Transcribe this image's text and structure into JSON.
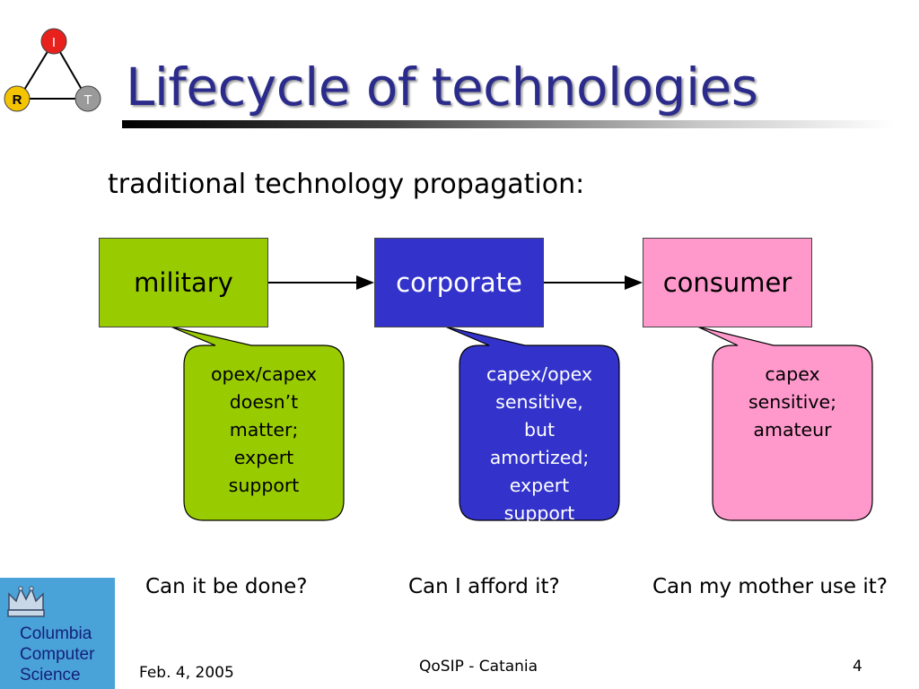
{
  "slide": {
    "title": "Lifecycle of technologies",
    "subtitle": "traditional technology propagation:"
  },
  "logo": {
    "top_letter": "I",
    "left_letter": "R",
    "right_letter": "T",
    "colors": {
      "top": "#e8211c",
      "left": "#f5c400",
      "right": "#9a9a9a"
    }
  },
  "stages": [
    {
      "label": "military",
      "color": "#99cc00",
      "note": [
        "opex/capex",
        "doesn’t",
        "matter;",
        "expert",
        "support"
      ],
      "question": "Can it be done?"
    },
    {
      "label": "corporate",
      "color": "#3333cc",
      "note": [
        "capex/opex",
        "sensitive,",
        "but",
        "amortized;",
        "expert",
        "support"
      ],
      "question": "Can I afford it?"
    },
    {
      "label": "consumer",
      "color": "#ff99cc",
      "note": [
        "capex",
        "sensitive;",
        "amateur"
      ],
      "question": "Can my mother use it?"
    }
  ],
  "institution": {
    "lines": [
      "Columbia",
      "Computer",
      "Science"
    ],
    "background": "#4aa3d8",
    "icon": "crown-icon"
  },
  "footer": {
    "date": "Feb. 4, 2005",
    "center": "QoSIP - Catania",
    "page": "4"
  }
}
